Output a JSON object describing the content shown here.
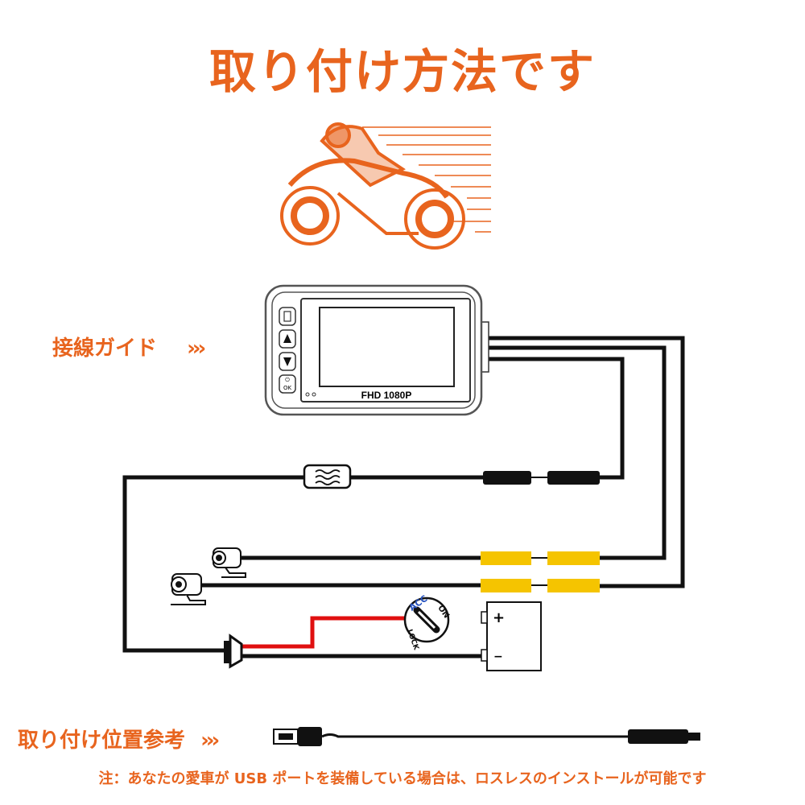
{
  "title": "取り付け方法です",
  "wiring_guide_label": "接線ガイド",
  "wiring_guide_arrows": "›››",
  "mount_reference_label": "取り付け位置参考",
  "mount_reference_arrows": "›››",
  "device_label": "FHD 1080P",
  "device_ok_label": "OK",
  "switch_labels": {
    "acc": "ACC",
    "on": "ON",
    "lock": "LOCK"
  },
  "battery_labels": {
    "plus": "+",
    "minus": "−"
  },
  "note": "注：あなたの愛車が USB ポートを装備している場合は、ロスレスのインストールが可能です",
  "colors": {
    "accent": "#e8641e",
    "red_wire": "#e01010",
    "connector_yellow": "#f5c400"
  }
}
